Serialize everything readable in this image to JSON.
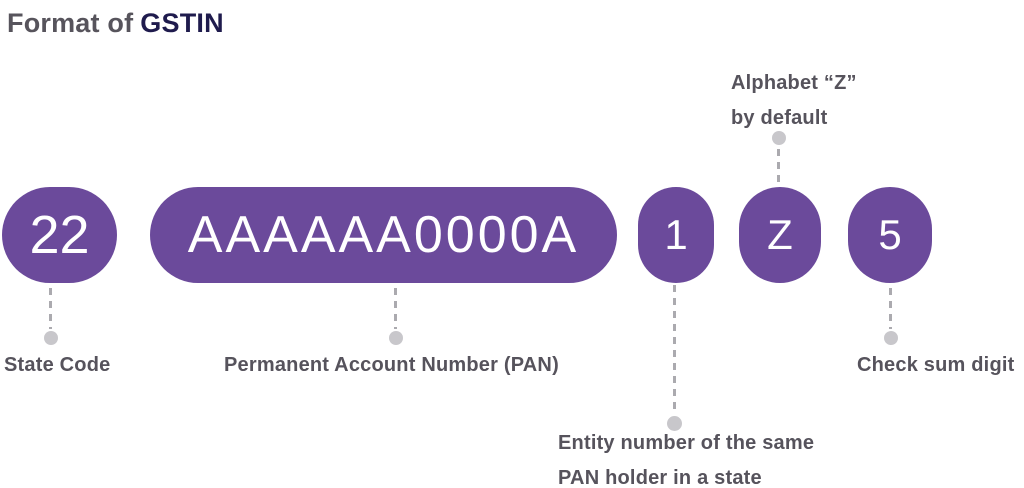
{
  "title": {
    "prefix": "Format of",
    "highlight": "GSTIN"
  },
  "pills": [
    {
      "id": "state-code",
      "value": "22"
    },
    {
      "id": "pan",
      "value": "AAAAAA0000A"
    },
    {
      "id": "entity-number",
      "value": "1"
    },
    {
      "id": "default-alphabet",
      "value": "Z"
    },
    {
      "id": "check-sum",
      "value": "5"
    }
  ],
  "callouts": {
    "state_code": {
      "text": "State Code"
    },
    "pan": {
      "text": "Permanent Account Number (PAN)"
    },
    "entity": {
      "line1": "Entity number of the same",
      "line2": "PAN holder in a state"
    },
    "alphabet_z": {
      "line1": "Alphabet “Z”",
      "line2": "by default"
    },
    "checksum": {
      "text": "Check sum digit"
    }
  },
  "colors": {
    "pill_background": "#6b4a9b",
    "pill_text": "#ffffff",
    "title_prefix": "#57545c",
    "title_highlight": "#1f1b4d",
    "label_text": "#56535c",
    "connector_dash": "#abaaaf",
    "connector_dot": "#c8c7cb",
    "background": "#ffffff"
  }
}
